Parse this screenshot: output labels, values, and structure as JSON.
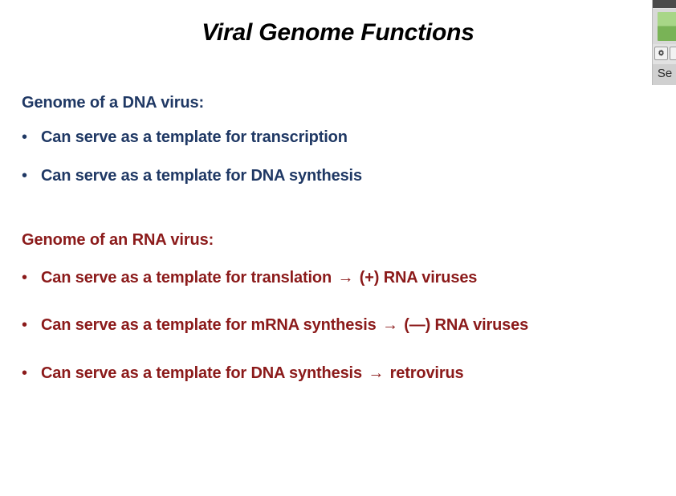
{
  "slide": {
    "title": "Viral Genome Functions",
    "background_color": "#FFFFFF",
    "dna": {
      "heading": "Genome of a DNA virus:",
      "color": "#1F3864",
      "bullet_marker": "•",
      "bullets": [
        "Can serve as a template for transcription",
        "Can serve as a template for DNA synthesis"
      ]
    },
    "rna": {
      "heading": "Genome of an RNA virus:",
      "color": "#8B1A1A",
      "bullet_marker": "•",
      "arrow": "→",
      "bullets": [
        {
          "before": "Can serve as a template for translation",
          "after": "(+) RNA viruses"
        },
        {
          "before": "Can serve as a template for mRNA synthesis",
          "after": "(—) RNA viruses"
        },
        {
          "before": "Can serve as a template for DNA synthesis",
          "after": "retrovirus"
        }
      ]
    }
  },
  "widget": {
    "titlebar_color": "#4A4A4A",
    "swatch_color_top": "#A8D687",
    "swatch_color_bottom": "#79B356",
    "gear_icon": "gear-icon",
    "label_text": "Se"
  }
}
